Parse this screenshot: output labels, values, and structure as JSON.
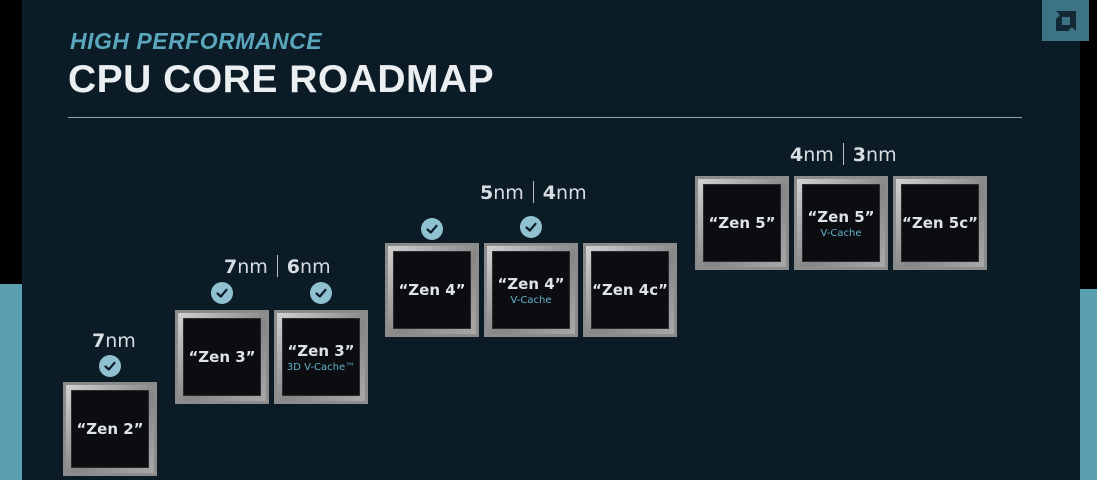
{
  "header": {
    "subtitle": "HIGH PERFORMANCE",
    "title": "CPU CORE ROADMAP"
  },
  "brand": {
    "logo_icon": "amd-logo-icon",
    "accent_color": "#5aa6bc",
    "check_color": "#8fc1d1"
  },
  "roadmap": {
    "nodes": [
      {
        "a": "7",
        "unit": "nm"
      },
      {
        "a": "7",
        "a_unit": "nm",
        "b": "6",
        "b_unit": "nm"
      },
      {
        "a": "5",
        "a_unit": "nm",
        "b": "4",
        "b_unit": "nm"
      },
      {
        "a": "4",
        "a_unit": "nm",
        "b": "3",
        "b_unit": "nm"
      }
    ],
    "cores": [
      {
        "name": "“Zen 2”",
        "sub": "",
        "delivered": true
      },
      {
        "name": "“Zen 3”",
        "sub": "",
        "delivered": true
      },
      {
        "name": "“Zen 3”",
        "sub": "3D V-Cache™",
        "delivered": true
      },
      {
        "name": "“Zen 4”",
        "sub": "",
        "delivered": true
      },
      {
        "name": "“Zen 4”",
        "sub": "V-Cache",
        "delivered": true
      },
      {
        "name": "“Zen 4c”",
        "sub": "",
        "delivered": false
      },
      {
        "name": "“Zen 5”",
        "sub": "",
        "delivered": false
      },
      {
        "name": "“Zen 5”",
        "sub": "V-Cache",
        "delivered": false
      },
      {
        "name": "“Zen 5c”",
        "sub": "",
        "delivered": false
      }
    ]
  }
}
